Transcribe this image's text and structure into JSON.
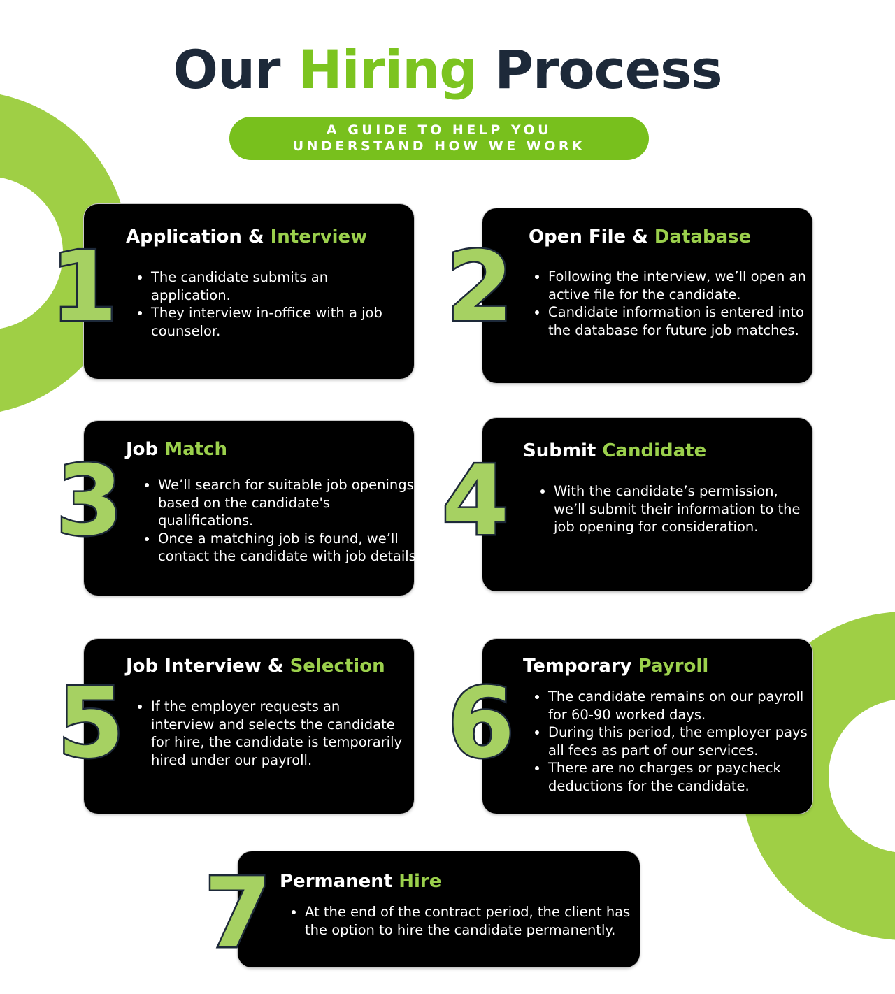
{
  "header": {
    "title_part1": "Our",
    "title_accent": "Hiring",
    "title_part2": "Process",
    "subtitle_line1": "A GUIDE TO HELP YOU",
    "subtitle_line2": "UNDERSTAND HOW WE WORK"
  },
  "colors": {
    "navy": "#1d2939",
    "accent_green": "#7cc420",
    "number_green": "#a6d162",
    "card_black": "#000000"
  },
  "steps": [
    {
      "number": "1",
      "title_main": "Application & ",
      "title_accent": "Interview",
      "bullets": [
        "The candidate submits an application.",
        "They interview in-office with a job counselor."
      ]
    },
    {
      "number": "2",
      "title_main": "Open File & ",
      "title_accent": "Database",
      "bullets": [
        "Following the interview, we’ll open an active file for the candidate.",
        "Candidate information is entered into the database for future job matches."
      ]
    },
    {
      "number": "3",
      "title_main": "Job ",
      "title_accent": "Match",
      "bullets": [
        "We’ll search for suitable job openings based on the candidate's qualifications.",
        "Once a matching job is found, we’ll contact the candidate with job details."
      ]
    },
    {
      "number": "4",
      "title_main": "Submit ",
      "title_accent": "Candidate",
      "bullets": [
        "With the candidate’s permission, we’ll submit their information to the job opening for consideration."
      ]
    },
    {
      "number": "5",
      "title_main": "Job Interview & ",
      "title_accent": "Selection",
      "bullets": [
        "If the employer requests an interview and selects the candidate for hire, the candidate is temporarily hired under our payroll."
      ]
    },
    {
      "number": "6",
      "title_main": "Temporary ",
      "title_accent": "Payroll",
      "bullets": [
        "The candidate remains on our payroll for 60-90 worked days.",
        "During this period, the employer pays all fees as part of our services.",
        "There are no charges or paycheck deductions for the candidate."
      ]
    },
    {
      "number": "7",
      "title_main": "Permanent ",
      "title_accent": "Hire",
      "bullets": [
        "At the end of the contract period, the client has the option to hire the candidate permanently."
      ]
    }
  ]
}
